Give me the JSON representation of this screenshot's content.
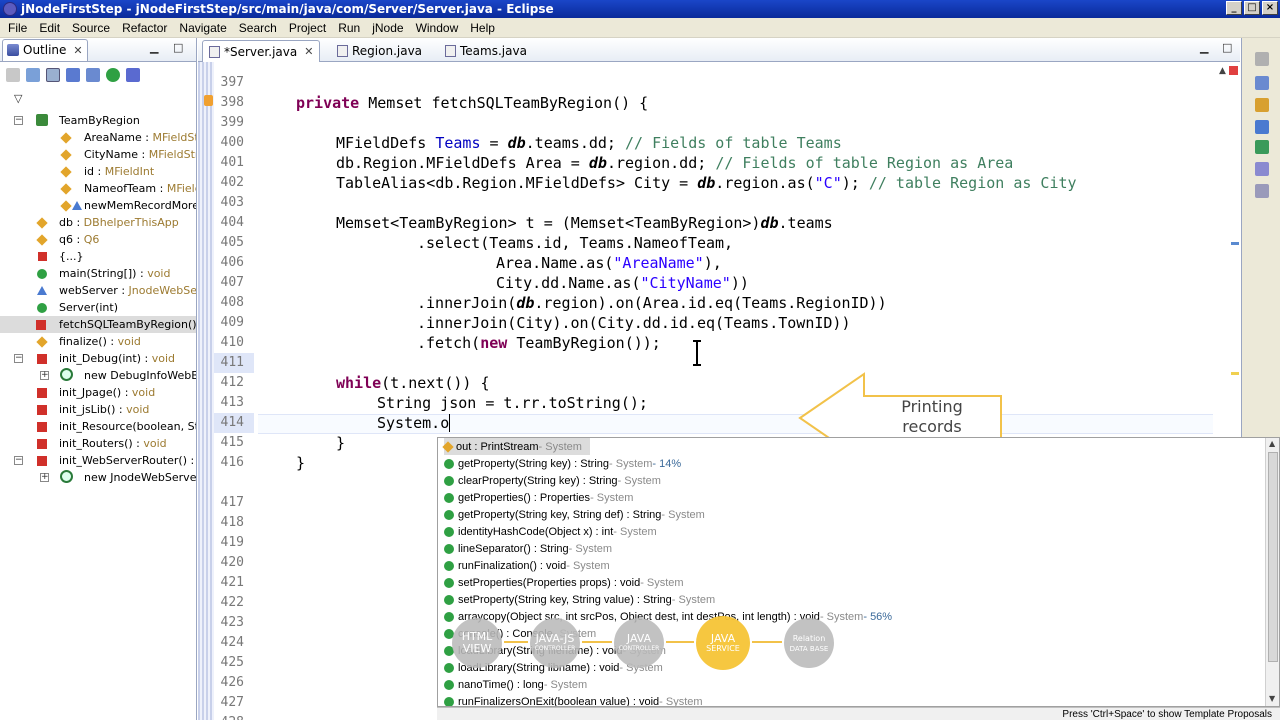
{
  "window": {
    "title": "jNodeFirstStep - jNodeFirstStep/src/main/java/com/Server/Server.java - Eclipse",
    "controls": [
      "_",
      "□",
      "×"
    ]
  },
  "menu": [
    "File",
    "Edit",
    "Source",
    "Refactor",
    "Navigate",
    "Search",
    "Project",
    "Run",
    "jNode",
    "Window",
    "Help"
  ],
  "outline": {
    "tab_label": "Outline",
    "items": [
      {
        "label": "TeamByRegion",
        "type": ""
      },
      {
        "label": "AreaName",
        "type": "MFieldStr"
      },
      {
        "label": "CityName",
        "type": "MFieldStr"
      },
      {
        "label": "id",
        "type": "MFieldInt"
      },
      {
        "label": "NameofTeam",
        "type": "MFieldS"
      },
      {
        "label": "newMemRecordMore()",
        "type": ""
      },
      {
        "label": "db",
        "type": "DBhelperThisApp"
      },
      {
        "label": "q6",
        "type": "Q6"
      },
      {
        "label": "{...}",
        "type": ""
      },
      {
        "label": "main(String[])",
        "type": "void"
      },
      {
        "label": "webServer",
        "type": "JnodeWebServ"
      },
      {
        "label": "Server(int)",
        "type": ""
      },
      {
        "label": "fetchSQLTeamByRegion()",
        "type": ""
      },
      {
        "label": "finalize()",
        "type": "void"
      },
      {
        "label": "init_Debug(int)",
        "type": "void"
      },
      {
        "label": "new DebugInfoWebBro",
        "type": ""
      },
      {
        "label": "init_Jpage()",
        "type": "void"
      },
      {
        "label": "init_jsLib()",
        "type": "void"
      },
      {
        "label": "init_Resource(boolean, Strin",
        "type": ""
      },
      {
        "label": "init_Routers()",
        "type": "void"
      },
      {
        "label": "init_WebServerRouter()",
        "type": "vo"
      },
      {
        "label": "new JnodeWebServer(",
        "type": ""
      }
    ]
  },
  "editor": {
    "tabs": [
      "*Server.java",
      "Region.java",
      "Teams.java"
    ],
    "line_numbers": [
      "397",
      "398",
      "399",
      "400",
      "401",
      "402",
      "403",
      "404",
      "405",
      "406",
      "407",
      "408",
      "409",
      "410",
      "411",
      "412",
      "413",
      "414",
      "415",
      "416",
      "417",
      "418",
      "419",
      "420",
      "421",
      "422",
      "423",
      "424",
      "425",
      "426",
      "427",
      "428"
    ],
    "code": {
      "l398_kw": "private ",
      "l398_rest": "Memset fetchSQLTeamByRegion() {",
      "l400_a": "MFieldDefs ",
      "l400_b": "Teams",
      "l400_c": " = ",
      "l400_d": "db",
      "l400_e": ".teams.dd; ",
      "l400_f": "// Fields of table Teams",
      "l401_a": "db.Region.MFieldDefs Area = ",
      "l401_b": "db",
      "l401_c": ".region.dd; ",
      "l401_d": "// Fields of table Region as Area",
      "l402_a": "TableAlias<db.Region.MFieldDefs> City = ",
      "l402_b": "db",
      "l402_c": ".region.as(",
      "l402_d": "\"C\"",
      "l402_e": "); ",
      "l402_f": "// table Region as City",
      "l404_a": "Memset<TeamByRegion> t = (Memset<TeamByRegion>)",
      "l404_b": "db",
      "l404_c": ".teams",
      "l405": ".select(Teams.id, Teams.NameofTeam,",
      "l406_a": "Area.Name.as(",
      "l406_b": "\"AreaName\"",
      "l406_c": "),",
      "l407_a": "City.dd.Name.as(",
      "l407_b": "\"CityName\"",
      "l407_c": "))",
      "l408_a": ".innerJoin(",
      "l408_b": "db",
      "l408_c": ".region).on(Area.id.eq(Teams.RegionID))",
      "l409": ".innerJoin(City).on(City.dd.id.eq(Teams.TownID))",
      "l410_a": ".fetch(",
      "l410_b": "new ",
      "l410_c": "TeamByRegion());",
      "l412_a": "while",
      "l412_b": "(t.next()) {",
      "l413": "String json = t.rr.toString();",
      "l414": "System.o",
      "l415": "}",
      "l416": "}"
    }
  },
  "callout": {
    "line1": "Printing",
    "line2": "records"
  },
  "completion": {
    "items": [
      {
        "name": "out : PrintStream",
        "src": " - System",
        "pct": ""
      },
      {
        "name": "getProperty(String key) : String",
        "src": " - System",
        "pct": " - 14%"
      },
      {
        "name": "clearProperty(String key) : String",
        "src": " - System",
        "pct": ""
      },
      {
        "name": "getProperties() : Properties",
        "src": " - System",
        "pct": ""
      },
      {
        "name": "getProperty(String key, String def) : String",
        "src": " - System",
        "pct": ""
      },
      {
        "name": "identityHashCode(Object x) : int",
        "src": " - System",
        "pct": ""
      },
      {
        "name": "lineSeparator() : String",
        "src": " - System",
        "pct": ""
      },
      {
        "name": "runFinalization() : void",
        "src": " - System",
        "pct": ""
      },
      {
        "name": "setProperties(Properties props) : void",
        "src": " - System",
        "pct": ""
      },
      {
        "name": "setProperty(String key, String value) : String",
        "src": " - System",
        "pct": ""
      },
      {
        "name": "arraycopy(Object src, int srcPos, Object dest, int destPos, int length) : void",
        "src": " - System",
        "pct": " - 56%"
      },
      {
        "name": "console() : Console",
        "src": " - System",
        "pct": ""
      },
      {
        "name": "loadLibrary(String filename) : void",
        "src": " - System",
        "pct": ""
      },
      {
        "name": "loadLibrary(String libname) : void",
        "src": " - System",
        "pct": ""
      },
      {
        "name": "nanoTime() : long",
        "src": " - System",
        "pct": ""
      },
      {
        "name": "runFinalizersOnExit(boolean value) : void",
        "src": " - System",
        "pct": ""
      }
    ],
    "status": "Press 'Ctrl+Space' to show Template Proposals"
  },
  "architecture": {
    "nodes": [
      {
        "main": "HTML VIEW",
        "sub": ""
      },
      {
        "main": "JAVA-JS",
        "sub": "CONTROLLER"
      },
      {
        "main": "JAVA",
        "sub": "CONTROLLER"
      },
      {
        "main": "JAVA",
        "sub": "SERVICE"
      },
      {
        "main": "Relation",
        "sub": "DATA BASE"
      }
    ]
  },
  "colors": {
    "keyword": "#7f0055",
    "comment": "#3f7f5f",
    "string": "#2a00ff",
    "accent": "#f6c436"
  }
}
